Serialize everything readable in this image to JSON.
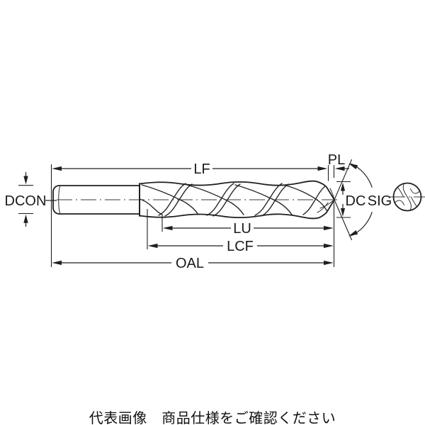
{
  "diagram": {
    "title": "twist-drill-dimension-diagram",
    "labels": {
      "lf": "LF",
      "pl": "PL",
      "dcon": "DCON",
      "dc": "DC",
      "sig": "SIG",
      "lu": "LU",
      "lcf": "LCF",
      "oal": "OAL"
    },
    "colors": {
      "flute_fill": "#ccd9e2",
      "shank_fill": "#f2f2f0",
      "outline": "#1f1f1f",
      "background": "#ffffff",
      "text": "#1a1a1a"
    }
  },
  "caption": {
    "text": "代表画像　商品仕様をご確認ください"
  }
}
